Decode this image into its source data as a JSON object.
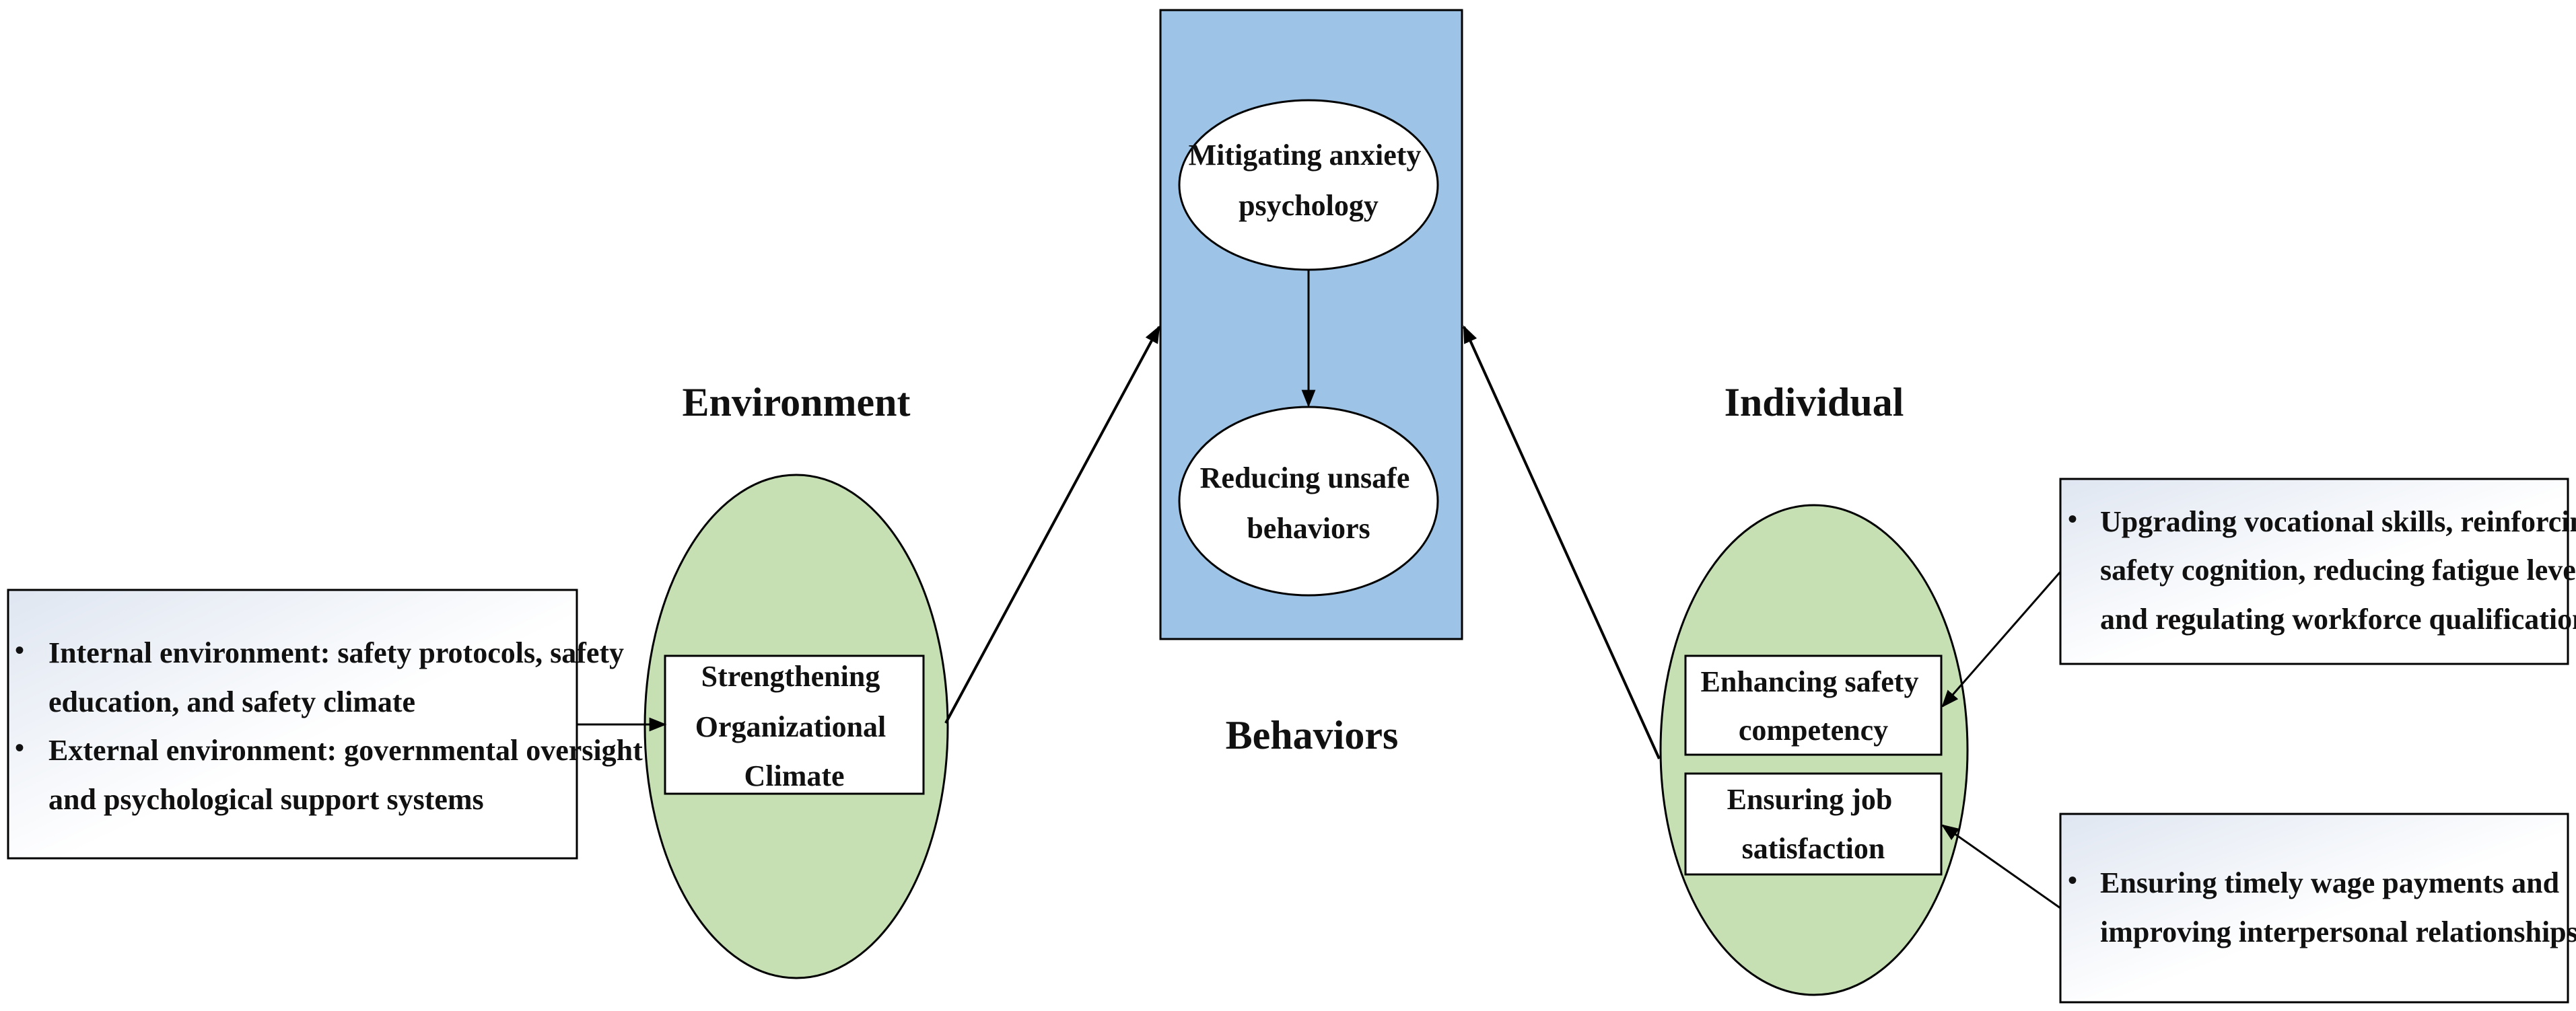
{
  "colors": {
    "behaviors_panel_fill": "#9dc3e6",
    "ellipse_fill_green": "#c6e0b4",
    "node_fill_white": "#ffffff",
    "info_box_gradient_start": "#dfe6f1",
    "info_box_gradient_end": "#ffffff",
    "stroke": "#000000"
  },
  "headings": {
    "environment": "Environment",
    "individual": "Individual",
    "behaviors": "Behaviors"
  },
  "behaviors": {
    "anxiety_node": [
      "Mitigating anxiety",
      "psychology"
    ],
    "unsafe_node": [
      "Reducing unsafe",
      "behaviors"
    ]
  },
  "environment": {
    "climate_node": [
      "Strengthening",
      "Organizational",
      "Climate"
    ],
    "info_box": {
      "bullets": [
        [
          "Internal environment: safety protocols, safety",
          "education, and safety climate"
        ],
        [
          "External environment: governmental oversight",
          "and psychological support systems"
        ]
      ]
    }
  },
  "individual": {
    "competency_node": [
      "Enhancing safety",
      "competency"
    ],
    "satisfaction_node": [
      "Ensuring job",
      "satisfaction"
    ],
    "skills_box": {
      "bullets": [
        [
          "Upgrading vocational skills, reinforcing",
          "safety cognition, reducing fatigue levels,",
          "and regulating workforce qualifications"
        ]
      ]
    },
    "wages_box": {
      "bullets": [
        [
          "Ensuring  timely wage payments and",
          "improving interpersonal relationships"
        ]
      ]
    }
  },
  "icons": {
    "bullet": "•"
  }
}
